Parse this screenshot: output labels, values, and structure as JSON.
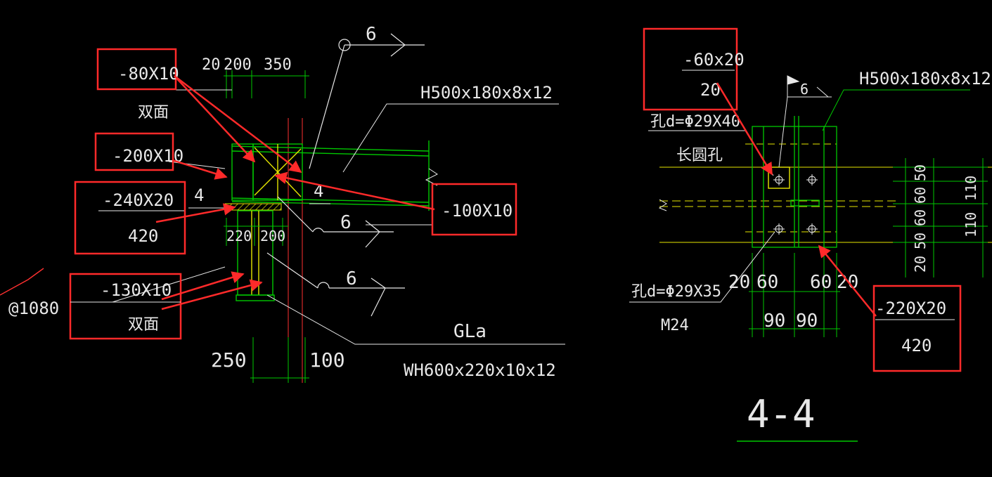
{
  "left_view": {
    "top_dims": {
      "a": "20",
      "b": "200",
      "c": "350"
    },
    "weld_top": "6",
    "weld_mid": "6",
    "weld_low": "6",
    "beam_label": "H500x180x8x12",
    "mark_4a": "4",
    "mark_4b": "4",
    "callouts": {
      "c80": {
        "line1": "-80X10",
        "line2": "双面"
      },
      "c200": {
        "line1": "-200X10"
      },
      "c240": {
        "line1": "-240X20",
        "line2": "420"
      },
      "c130": {
        "line1": "-130X10",
        "line2": "双面"
      },
      "c100": {
        "line1": "-100X10"
      }
    },
    "mid_dims": {
      "a": "220",
      "b": "200"
    },
    "spacing": "@1080",
    "bottom_dims": {
      "a": "250",
      "b": "100"
    },
    "col_name": "GLa",
    "col_section": "WH600x220x10x12"
  },
  "right_view": {
    "beam_label": "H500x180x8x12",
    "weld": "6",
    "hole_top": {
      "line1": "孔d=Φ29X40",
      "line2": "长圆孔"
    },
    "hole_bottom": {
      "line1": "孔d=Φ29X35",
      "line2": "M24"
    },
    "callouts": {
      "c60": {
        "line1": "-60x20",
        "line2": "20"
      },
      "c220": {
        "line1": "-220X20",
        "line2": "420"
      }
    },
    "dims_row": [
      "20",
      "60",
      "60",
      "20"
    ],
    "dims_row2": [
      "90",
      "90"
    ],
    "vert_dims": [
      "50",
      "60",
      "60",
      "50",
      "20"
    ],
    "vert_dims2": [
      "110",
      "110"
    ],
    "section_title": "4-4"
  },
  "colors": {
    "background": "#000000",
    "text": "#e8e8e8",
    "structure": "#00c800",
    "dimension": "#e6e600",
    "leader": "#e8e8e8",
    "highlight": "#ff2a2a",
    "center": "#ff3030"
  }
}
